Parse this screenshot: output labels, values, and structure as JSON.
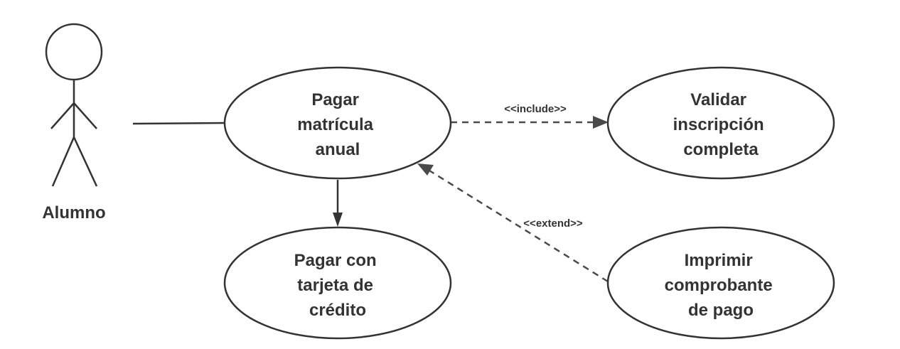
{
  "actor": {
    "name": "Alumno"
  },
  "use_cases": {
    "pagar_matricula": [
      "Pagar",
      "matrícula",
      "anual"
    ],
    "validar_inscripcion": [
      "Validar",
      "inscripción",
      "completa"
    ],
    "pagar_tarjeta": [
      "Pagar con",
      "tarjeta de",
      "crédito"
    ],
    "imprimir_comprobante": [
      "Imprimir",
      "comprobante",
      "de pago"
    ]
  },
  "relations": {
    "include_label": "<<include>>",
    "extend_label": "<<extend>>"
  },
  "colors": {
    "stroke": "#333333",
    "dashed": "#4a4a4a",
    "background": "#ffffff"
  }
}
